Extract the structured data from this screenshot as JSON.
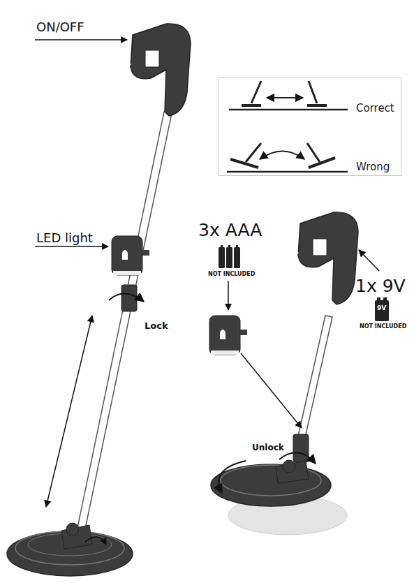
{
  "diagram": {
    "nodes": [
      {
        "text": [
          "Correct",
          "Wrong"
        ]
      }
    ],
    "labels": [
      "ON/OFF",
      "LED light",
      "Lock",
      "3x AAA",
      "NOT INCLUDED",
      "1x 9V",
      "9V",
      "NOT INCLUDED",
      "Unlock"
    ]
  }
}
